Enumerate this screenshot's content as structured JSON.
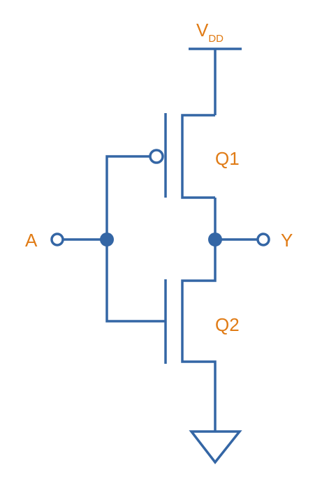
{
  "colors": {
    "wire": "#3466A5",
    "label": "#E07B15",
    "background": "#FFFFFF"
  },
  "labels": {
    "vdd_main": "V",
    "vdd_sub": "DD",
    "q1": "Q1",
    "q2": "Q2",
    "input": "A",
    "output": "Y"
  },
  "icons": {
    "ground": "ground-symbol-icon",
    "pmos": "pmos-transistor-icon",
    "nmos": "nmos-transistor-icon"
  }
}
